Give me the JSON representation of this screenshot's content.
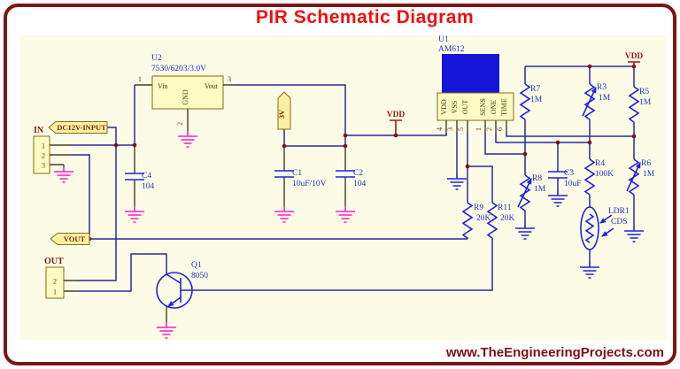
{
  "title": "PIR Schematic Diagram",
  "footer": "www.TheEngineeringProjects.com",
  "colors": {
    "border": "#7b1518",
    "title_red": "#ee1111",
    "footer_maroon": "#7b1113",
    "canvas_cream": "#fbfbe6",
    "wire_blue": "#2b2b9e",
    "symbol_blue": "#2323d7",
    "ground_magenta": "#fb20cc",
    "box_yellow": "#fffbc2",
    "sensor_blue": "#1515d8",
    "junction_dark_red": "#7a1212",
    "power_maroon": "#9b1a10"
  },
  "schematic": {
    "ics": {
      "u2": {
        "ref": "U2",
        "value": "7530/6203/3.0V",
        "pin_vin": "Vin",
        "pin_vout": "Vout",
        "pin_gnd": "GND",
        "num_vin": "1",
        "num_gnd": "2",
        "num_vout": "3"
      },
      "u1": {
        "ref": "U1",
        "value": "AM612",
        "pins": [
          "VDD",
          "VSS",
          "OUT",
          "SENS",
          "ONE",
          "TIME"
        ],
        "nums": [
          "4",
          "3",
          "5",
          "1",
          "2",
          "6"
        ]
      }
    },
    "transistor": {
      "ref": "Q1",
      "value": "8050"
    },
    "capacitors": {
      "c1": {
        "ref": "C1",
        "value": "10uF/10V"
      },
      "c2": {
        "ref": "C2",
        "value": "104"
      },
      "c3": {
        "ref": "C3",
        "value": "10uF"
      },
      "c4": {
        "ref": "C4",
        "value": "104"
      }
    },
    "resistors": {
      "r3": {
        "ref": "R3",
        "value": "1M"
      },
      "r4": {
        "ref": "R4",
        "value": "100K"
      },
      "r5": {
        "ref": "R5",
        "value": "1M"
      },
      "r6": {
        "ref": "R6",
        "value": "1M"
      },
      "r7": {
        "ref": "R7",
        "value": "1M"
      },
      "r8": {
        "ref": "R8",
        "value": "1M"
      },
      "r9": {
        "ref": "R9",
        "value": "20K"
      },
      "r11": {
        "ref": "R11",
        "value": "20K"
      }
    },
    "ldr": {
      "ref": "LDR1",
      "value": "CDS"
    },
    "connectors": {
      "in": {
        "ref": "IN",
        "pins": [
          "1",
          "2",
          "3"
        ]
      },
      "out": {
        "ref": "OUT",
        "pins": [
          "2",
          "1"
        ]
      }
    },
    "net_flags": {
      "dc12v": "DC12V-INPUT",
      "vout": "VOUT",
      "v3": "3V",
      "vdd": "VDD"
    }
  }
}
